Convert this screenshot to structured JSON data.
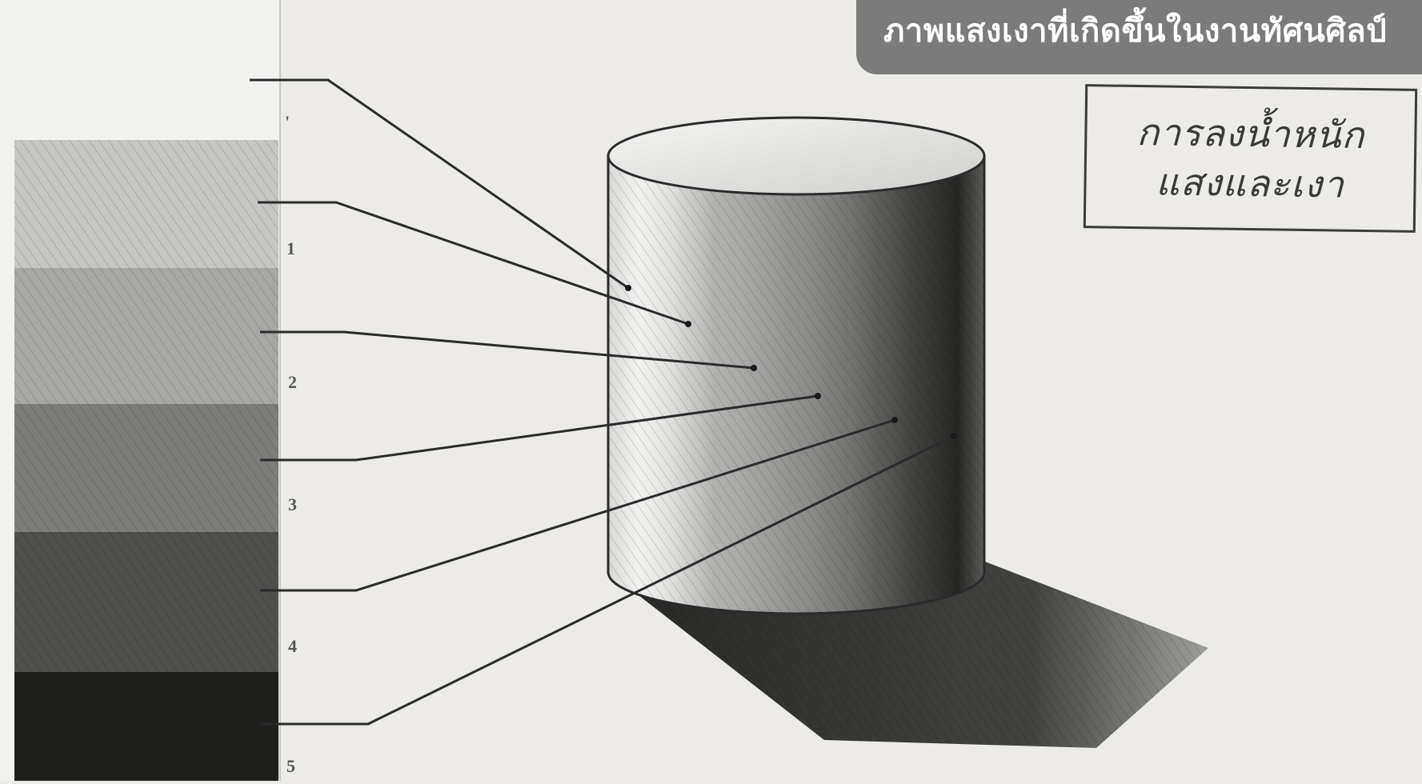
{
  "caption": "ภาพแสงเงาที่เกิดขึ้นในงานทัศนศิลป์",
  "drawing_title": {
    "line1": "การลงน้ำหนัก",
    "line2": "แสงและเงา"
  },
  "value_scale_labels": [
    "1",
    "2",
    "3",
    "4",
    "5"
  ],
  "colors": {
    "paper": "#ecebe8",
    "banner": "#7b7b7b",
    "banner_text": "#ffffff",
    "pencil": "#2b2b2b"
  }
}
